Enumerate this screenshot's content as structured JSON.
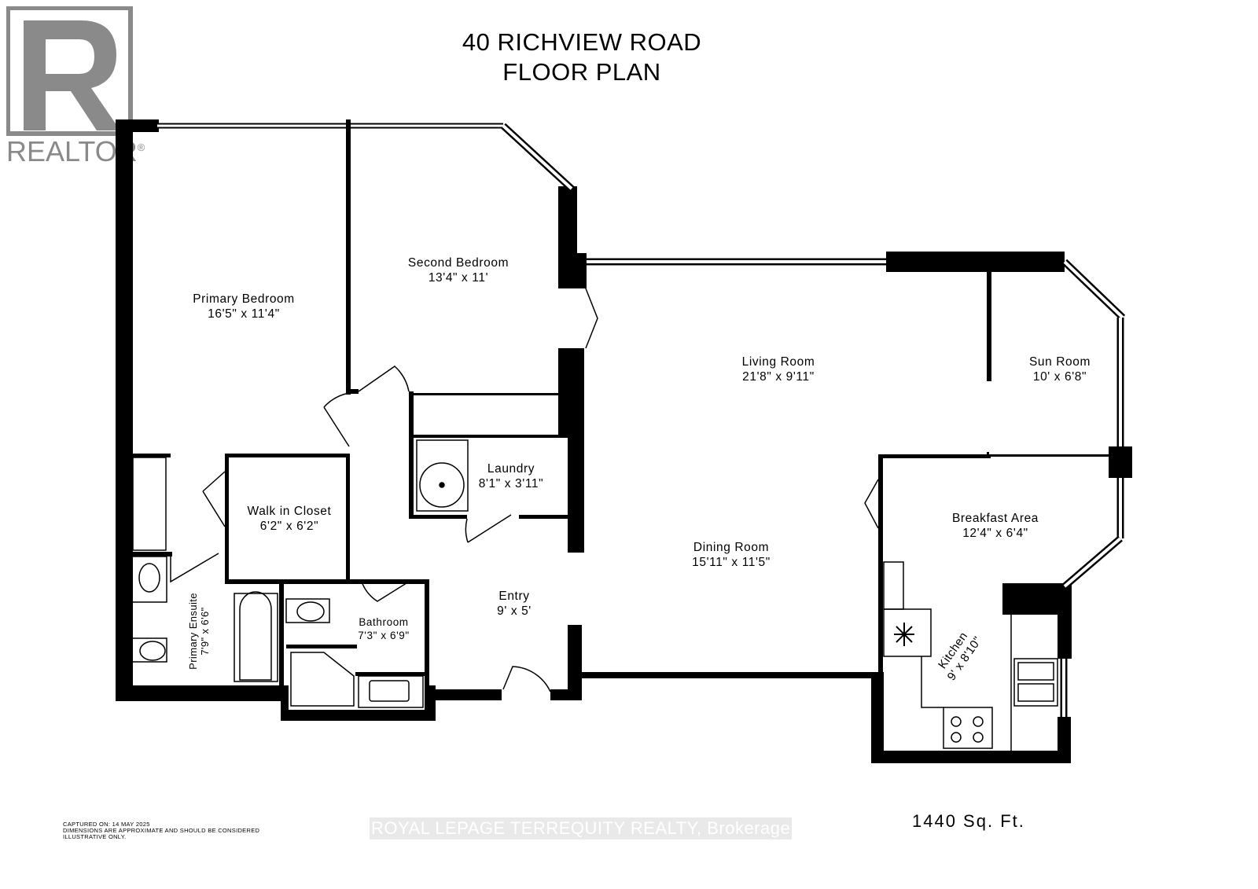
{
  "header": {
    "title_line1": "40 RICHVIEW ROAD",
    "title_line2": "FLOOR PLAN"
  },
  "logo": {
    "text": "REALTOR",
    "mark": "®",
    "icon": "realtor-r-logo",
    "color": "#8a8a8a"
  },
  "rooms": {
    "primary_bedroom": {
      "name": "Primary Bedroom",
      "size": "16'5\" x 11'4\""
    },
    "second_bedroom": {
      "name": "Second Bedroom",
      "size": "13'4\" x 11'"
    },
    "living_room": {
      "name": "Living Room",
      "size": "21'8\" x 9'11\""
    },
    "sun_room": {
      "name": "Sun Room",
      "size": "10' x 6'8\""
    },
    "laundry": {
      "name": "Laundry",
      "size": "8'1\" x 3'11\""
    },
    "walk_in_closet": {
      "name": "Walk in Closet",
      "size": "6'2\" x 6'2\""
    },
    "breakfast_area": {
      "name": "Breakfast Area",
      "size": "12'4\" x 6'4\""
    },
    "dining_room": {
      "name": "Dining Room",
      "size": "15'11\" x 11'5\""
    },
    "entry": {
      "name": "Entry",
      "size": "9' x 5'"
    },
    "bathroom": {
      "name": "Bathroom",
      "size": "7'3\" x 6'9\""
    },
    "primary_ensuite": {
      "name": "Primary Ensuite",
      "size": "7'9\" x 6'6\""
    },
    "kitchen": {
      "name": "Kitchen",
      "size": "9' x 8'10\""
    }
  },
  "footer": {
    "captured": "CAPTURED ON: 14 MAY 2025",
    "disclaimer_line1": "DIMENSIONS ARE APPROXIMATE AND SHOULD BE CONSIDERED",
    "disclaimer_line2": "ILLUSTRATIVE ONLY.",
    "area": "1440 Sq. Ft.",
    "brokerage": "ROYAL LEPAGE TERREQUITY REALTY, Brokerage"
  },
  "colors": {
    "wall": "#000000",
    "background": "#ffffff",
    "watermark": "#e9e9e9"
  }
}
